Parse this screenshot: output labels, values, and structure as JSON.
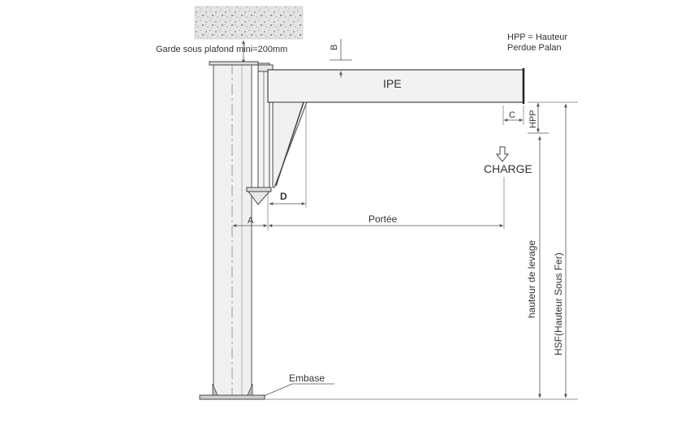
{
  "labels": {
    "garde": "Garde sous plafond mini=200mm",
    "b": "B",
    "hpp_note_line1": "HPP = Hauteur",
    "hpp_note_line2": "Perdue Palan",
    "ipe": "IPE",
    "c": "C",
    "hpp": "HPP",
    "charge": "CHARGE",
    "d": "D",
    "a": "A",
    "portee": "Portée",
    "hauteur_levage": "hauteur de levage",
    "hsf": "HSF(Hauteur Sous Fer)",
    "embase": "Embase"
  },
  "colors": {
    "steel_fill": "#f0f0f0",
    "line": "#444444",
    "dim_line": "#777777",
    "ceiling_fill": "#e2e2e2"
  },
  "icons": {
    "load_arrow": "arrow-down-outline-icon"
  }
}
